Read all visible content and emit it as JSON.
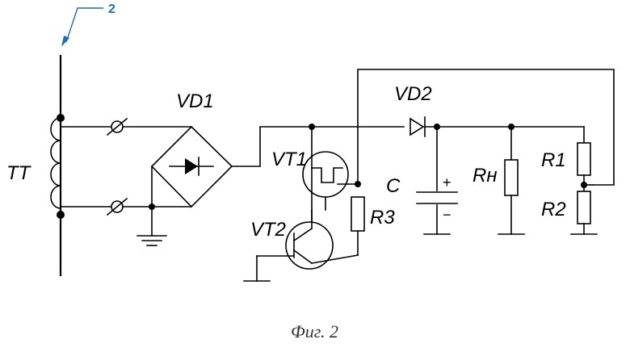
{
  "reference_number": "2",
  "labels": {
    "tt": "TT",
    "vd1": "VD1",
    "vd2": "VD2",
    "vt1": "VT1",
    "vt2": "VT2",
    "r3": "R3",
    "c": "C",
    "rn": "Rн",
    "r1": "R1",
    "r2": "R2"
  },
  "capacitor_plus": "+",
  "capacitor_minus": "−",
  "caption": "Фиг. 2"
}
